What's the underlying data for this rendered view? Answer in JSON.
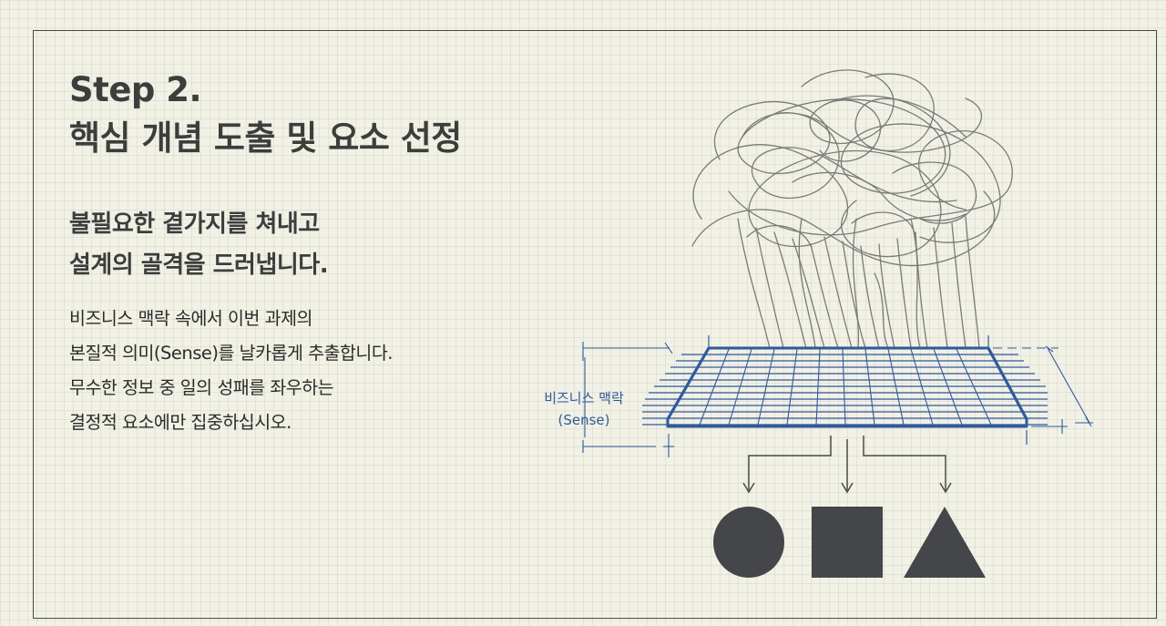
{
  "title": {
    "line1": "Step 2.",
    "line2": "핵심 개념 도출 및 요소 선정"
  },
  "subtitle": {
    "line1": "불필요한 곁가지를 쳐내고",
    "line2": "설계의 골격을 드러냅니다."
  },
  "body": {
    "line1": "비즈니스 맥락 속에서 이번 과제의",
    "line2": "본질적 의미(Sense)를 날카롭게 추출합니다.",
    "line3": "무수한 정보 중 일의 성패를 좌우하는",
    "line4": "결정적 요소에만 집중하십시오."
  },
  "diagram": {
    "filter_label_line1": "비즈니스 맥락",
    "filter_label_line2": "(Sense)",
    "outputs": [
      "circle",
      "square",
      "triangle"
    ],
    "colors": {
      "filter": "#2f5a9c",
      "shapes": "#454649",
      "scribble": "#6e6e6e"
    }
  }
}
